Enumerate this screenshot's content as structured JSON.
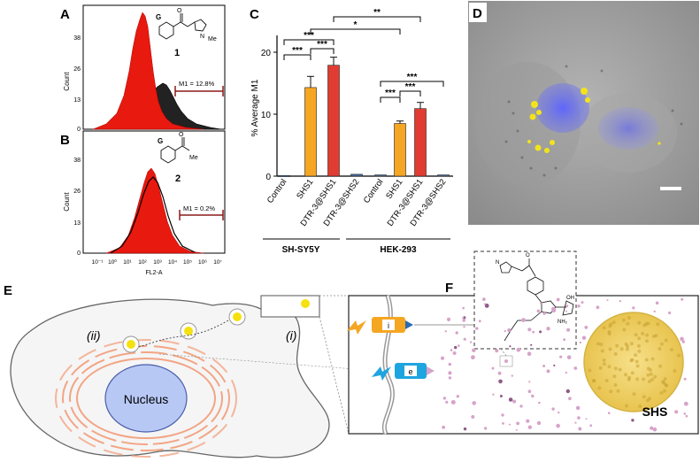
{
  "panels": {
    "A": {
      "letter": "A",
      "compound_number": "1",
      "group_label": "G",
      "substituent": "N",
      "methyl": "Me",
      "gate_label": "M1 = 12.8%",
      "ylabel": "Count",
      "yticks": [
        "38",
        "26",
        "13",
        "0"
      ]
    },
    "B": {
      "letter": "B",
      "compound_number": "2",
      "group_label": "G",
      "methyl": "Me",
      "gate_label": "M1 = 0.2%",
      "ylabel": "Count",
      "yticks": [
        "38",
        "26",
        "13",
        "0"
      ],
      "xlabel": "FL2-A",
      "xticks": [
        "10⁻¹",
        "10⁰",
        "10¹",
        "10²",
        "10³",
        "10⁴",
        "10⁵",
        "10⁶",
        "10⁷"
      ]
    },
    "C": {
      "letter": "C"
    },
    "D": {
      "letter": "D"
    },
    "E": {
      "letter": "E",
      "nucleus_label": "Nucleus",
      "step_ii": "(ii)",
      "step_i": "(i)"
    },
    "F": {
      "letter": "F",
      "tag_i": "i",
      "tag_e": "e",
      "shs_label": "SHS",
      "mol_O": "O",
      "mol_N": "N",
      "mol_NH2": "NH₂",
      "mol_OH": "OH"
    }
  },
  "chart_data": {
    "type": "bar",
    "ylabel": "% Average M1",
    "ylim": [
      0,
      22
    ],
    "yticks": [
      0,
      10,
      20
    ],
    "categories": [
      "Control",
      "SHS1",
      "DTR-3@SHS1",
      "DTR-3@SHS2",
      "Control",
      "SHS1",
      "DTR-3@SHS1",
      "DTR-3@SHS2"
    ],
    "values": [
      0.1,
      14.3,
      17.9,
      0.3,
      0.2,
      8.5,
      10.9,
      0.2
    ],
    "errors": [
      0.05,
      1.8,
      1.3,
      0.1,
      0.05,
      0.4,
      1.0,
      0.05
    ],
    "colors": [
      "#4a6fa5",
      "#f5a623",
      "#e03c31",
      "#4a6fa5",
      "#4a6fa5",
      "#f5a623",
      "#e03c31",
      "#4a6fa5"
    ],
    "groups": [
      {
        "name": "SH-SY5Y",
        "indices": [
          0,
          1,
          2,
          3
        ]
      },
      {
        "name": "HEK-293",
        "indices": [
          4,
          5,
          6,
          7
        ]
      }
    ],
    "significance": [
      {
        "from": 1,
        "to": 2,
        "label": "***"
      },
      {
        "from": 0,
        "to": 1,
        "label": "***"
      },
      {
        "from": 0,
        "to": 2,
        "label": "***"
      },
      {
        "from": 1,
        "to": 5,
        "label": "*"
      },
      {
        "from": 2,
        "to": 6,
        "label": "**"
      },
      {
        "from": 5,
        "to": 6,
        "label": "***"
      },
      {
        "from": 4,
        "to": 5,
        "label": "***"
      },
      {
        "from": 4,
        "to": 6,
        "label": "***"
      }
    ]
  },
  "colors": {
    "histogram_red": "#e8190f",
    "gate_line": "#8b1a1a",
    "orange": "#f5a623",
    "red": "#e03c31",
    "blue_bar": "#4a6fa5",
    "nucleus_fill": "#b8c8f5",
    "er_stroke": "#f2a585",
    "vesicle": "#f4e10f",
    "tag_orange": "#f5a623",
    "tag_blue": "#1ea5e0",
    "shs_yellow": "#f0d36a",
    "particle_pink": "#d7a3c9"
  }
}
